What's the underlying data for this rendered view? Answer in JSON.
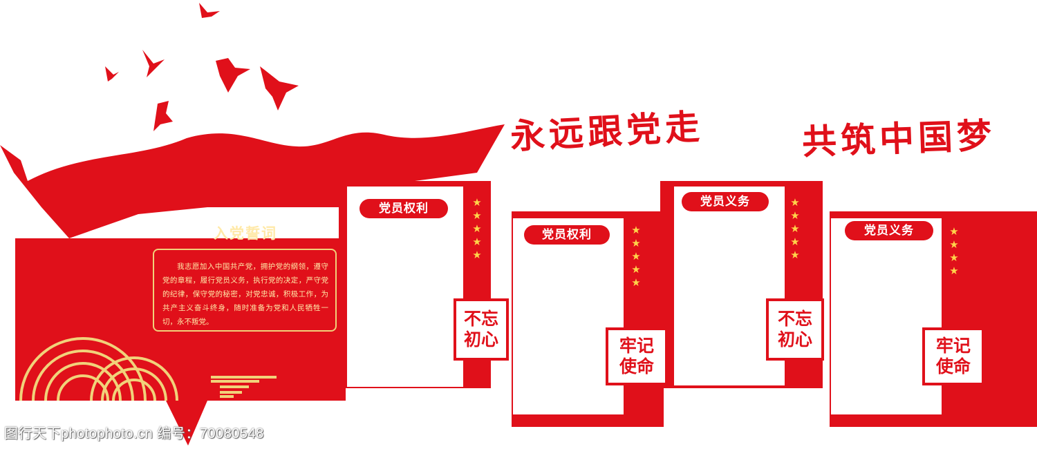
{
  "slogan": {
    "line1": "永远跟党走",
    "line2": "共筑中国梦"
  },
  "oath": {
    "title": "入党誓词",
    "text": "我志愿加入中国共产党，拥护党的纲领，遵守党的章程，履行党员义务，执行党的决定，严守党的纪律，保守党的秘密，对党忠诚，积极工作，为共产主义奋斗终身，随时准备为党和人民牺牲一切，永不叛党。"
  },
  "panels": [
    {
      "label": "党员权利",
      "stars": "★★★★★",
      "badge_line1": "不忘",
      "badge_line2": "初心"
    },
    {
      "label": "党员权利",
      "stars": "★★★★★",
      "badge_line1": "牢记",
      "badge_line2": "使命"
    },
    {
      "label": "党员义务",
      "stars": "★★★★★",
      "badge_line1": "不忘",
      "badge_line2": "初心"
    },
    {
      "label": "党员义务",
      "stars": "★★★★",
      "badge_line1": "牢记",
      "badge_line2": "使命"
    }
  ],
  "watermark": "图行天下photophoto.cn  编号：70080548",
  "colors": {
    "red": "#e0101a",
    "gold": "#f1d27a",
    "star": "#ffd54a",
    "white": "#ffffff"
  },
  "icons": [
    "dove-icon",
    "flag-icon",
    "cloud-pattern-icon",
    "star-icon"
  ]
}
